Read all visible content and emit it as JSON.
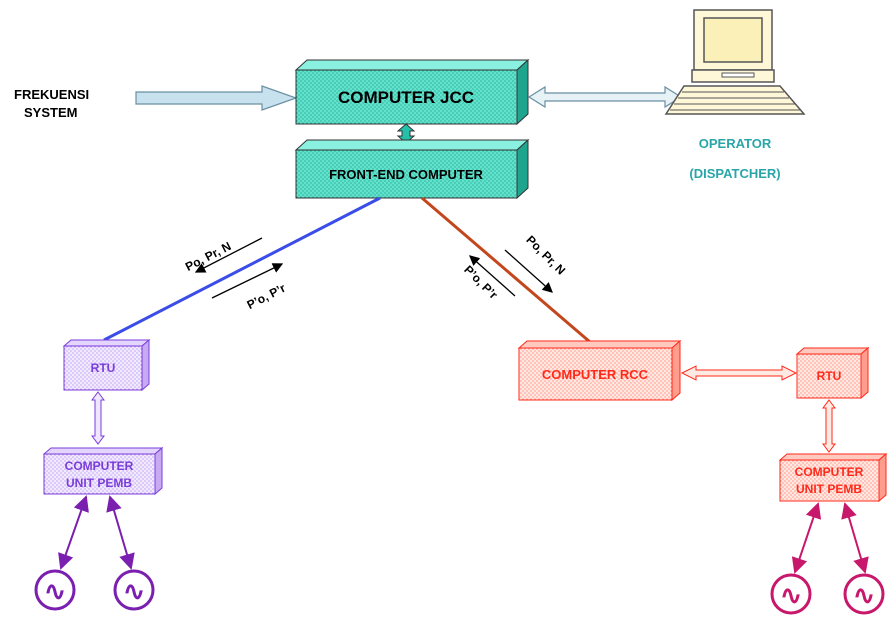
{
  "input": {
    "label_line1": "FREKUENSI",
    "label_line2": "SYSTEM"
  },
  "jcc": {
    "label": "COMPUTER JCC"
  },
  "fec": {
    "label": "FRONT-END COMPUTER"
  },
  "operator": {
    "line1": "OPERATOR",
    "line2": "(DISPATCHER)"
  },
  "left_link": {
    "send_label": "Po, Pr, N",
    "return_label": "P’o, P’r"
  },
  "right_link": {
    "send_label": "Po, Pr, N",
    "return_label": "P’o, P’r"
  },
  "left_rtu": {
    "label": "RTU"
  },
  "left_unit": {
    "line1": "COMPUTER",
    "line2": "UNIT PEMB"
  },
  "rcc": {
    "label": "COMPUTER RCC"
  },
  "right_rtu": {
    "label": "RTU"
  },
  "right_unit": {
    "line1": "COMPUTER",
    "line2": "UNIT PEMB"
  },
  "generator_symbol": "∿",
  "colors": {
    "jcc_fill": "#44ddc4",
    "left_block": "#7a3ed8",
    "left_line": "#3b4de8",
    "right_line": "#c3471d",
    "right_block": "#ff2a1a",
    "right_generator": "#d81b7a",
    "operator_text": "#2aa6a8"
  }
}
